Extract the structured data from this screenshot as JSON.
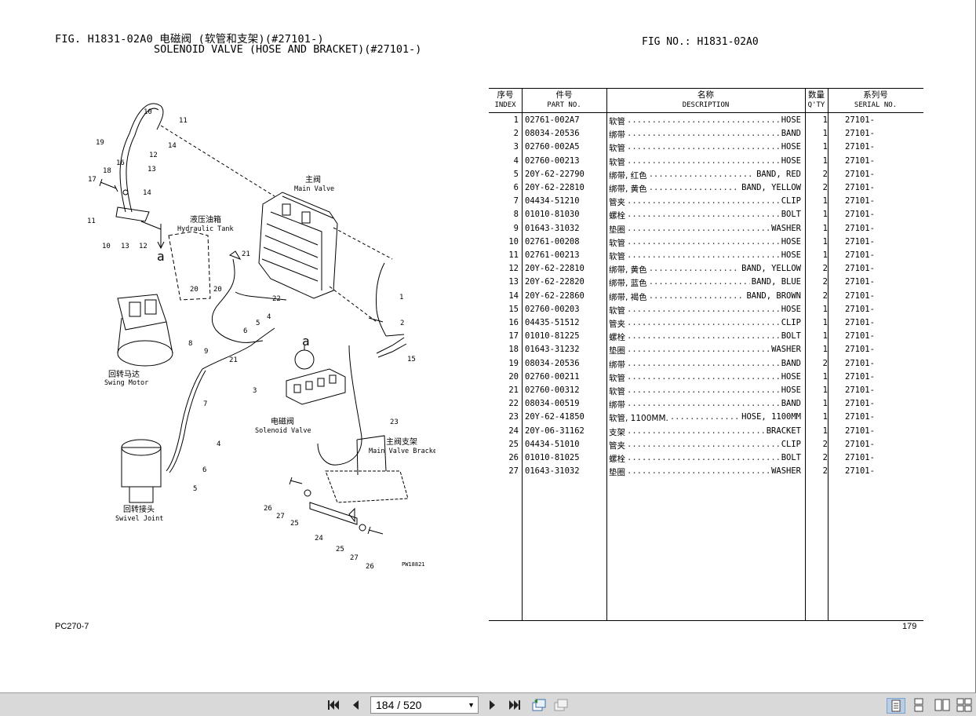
{
  "document": {
    "title_line1": "FIG. H1831-02A0 电磁阀 (软管和支架)(#27101-)",
    "title_line2": "SOLENOID VALVE (HOSE AND BRACKET)(#27101-)",
    "fig_no": "FIG NO.: H1831-02A0",
    "model": "PC270-7",
    "page_number": "179"
  },
  "diagram": {
    "labels": {
      "main_valve_cn": "主阀",
      "main_valve_en": "Main Valve",
      "hydraulic_tank_cn": "液压油箱",
      "hydraulic_tank_en": "Hydraulic Tank",
      "swing_motor_cn": "回转马达",
      "swing_motor_en": "Swing Motor",
      "solenoid_valve_cn": "电磁阀",
      "solenoid_valve_en": "Solenoid Valve",
      "main_valve_bracket_cn": "主阀支架",
      "main_valve_bracket_en": "Main Valve Bracket",
      "swivel_joint_cn": "回转接头",
      "swivel_joint_en": "Swivel Joint",
      "detail_a1": "a",
      "detail_a2": "a",
      "drawing_code": "PW18821"
    }
  },
  "table": {
    "headers": {
      "index_cn": "序号",
      "index_en": "INDEX",
      "part_cn": "件号",
      "part_en": "PART NO.",
      "desc_cn": "名称",
      "desc_en": "DESCRIPTION",
      "qty_cn": "数量",
      "qty_en": "Q'TY",
      "serial_cn": "系列号",
      "serial_en": "SERIAL NO."
    },
    "rows": [
      {
        "index": "1",
        "part": "02761-002A7",
        "cn": "软管",
        "en": "HOSE",
        "qty": "1",
        "serial": "27101-"
      },
      {
        "index": "2",
        "part": "08034-20536",
        "cn": "绑带",
        "en": "BAND",
        "qty": "1",
        "serial": "27101-"
      },
      {
        "index": "3",
        "part": "02760-002A5",
        "cn": "软管",
        "en": "HOSE",
        "qty": "1",
        "serial": "27101-"
      },
      {
        "index": "4",
        "part": "02760-00213",
        "cn": "软管",
        "en": "HOSE",
        "qty": "1",
        "serial": "27101-"
      },
      {
        "index": "5",
        "part": "20Y-62-22790",
        "cn": "绑带, 红色",
        "en": "BAND, RED",
        "qty": "2",
        "serial": "27101-"
      },
      {
        "index": "6",
        "part": "20Y-62-22810",
        "cn": "绑带, 黄色",
        "en": "BAND, YELLOW",
        "qty": "2",
        "serial": "27101-"
      },
      {
        "index": "7",
        "part": "04434-51210",
        "cn": "管夹",
        "en": "CLIP",
        "qty": "1",
        "serial": "27101-"
      },
      {
        "index": "8",
        "part": "01010-81030",
        "cn": "螺栓",
        "en": "BOLT",
        "qty": "1",
        "serial": "27101-"
      },
      {
        "index": "9",
        "part": "01643-31032",
        "cn": "垫圈",
        "en": "WASHER",
        "qty": "1",
        "serial": "27101-"
      },
      {
        "index": "10",
        "part": "02761-00208",
        "cn": "软管",
        "en": "HOSE",
        "qty": "1",
        "serial": "27101-"
      },
      {
        "index": "11",
        "part": "02761-00213",
        "cn": "软管",
        "en": "HOSE",
        "qty": "1",
        "serial": "27101-"
      },
      {
        "index": "12",
        "part": "20Y-62-22810",
        "cn": "绑带, 黄色",
        "en": "BAND, YELLOW",
        "qty": "2",
        "serial": "27101-"
      },
      {
        "index": "13",
        "part": "20Y-62-22820",
        "cn": "绑带, 蓝色",
        "en": "BAND, BLUE",
        "qty": "2",
        "serial": "27101-"
      },
      {
        "index": "14",
        "part": "20Y-62-22860",
        "cn": "绑带, 褐色",
        "en": "BAND, BROWN",
        "qty": "2",
        "serial": "27101-"
      },
      {
        "index": "15",
        "part": "02760-00203",
        "cn": "软管",
        "en": "HOSE",
        "qty": "1",
        "serial": "27101-"
      },
      {
        "index": "16",
        "part": "04435-51512",
        "cn": "管夹",
        "en": "CLIP",
        "qty": "1",
        "serial": "27101-"
      },
      {
        "index": "17",
        "part": "01010-81225",
        "cn": "螺栓",
        "en": "BOLT",
        "qty": "1",
        "serial": "27101-"
      },
      {
        "index": "18",
        "part": "01643-31232",
        "cn": "垫圈",
        "en": "WASHER",
        "qty": "1",
        "serial": "27101-"
      },
      {
        "index": "19",
        "part": "08034-20536",
        "cn": "绑带",
        "en": "BAND",
        "qty": "2",
        "serial": "27101-"
      },
      {
        "index": "20",
        "part": "02760-00211",
        "cn": "软管",
        "en": "HOSE",
        "qty": "1",
        "serial": "27101-"
      },
      {
        "index": "21",
        "part": "02760-00312",
        "cn": "软管",
        "en": "HOSE",
        "qty": "1",
        "serial": "27101-"
      },
      {
        "index": "22",
        "part": "08034-00519",
        "cn": "绑带",
        "en": "BAND",
        "qty": "1",
        "serial": "27101-"
      },
      {
        "index": "23",
        "part": "20Y-62-41850",
        "cn": "软管, 1100MM.",
        "en": "HOSE, 1100MM",
        "qty": "1",
        "serial": "27101-"
      },
      {
        "index": "24",
        "part": "20Y-06-31162",
        "cn": "支架",
        "en": "BRACKET",
        "qty": "1",
        "serial": "27101-"
      },
      {
        "index": "25",
        "part": "04434-51010",
        "cn": "管夹",
        "en": "CLIP",
        "qty": "2",
        "serial": "27101-"
      },
      {
        "index": "26",
        "part": "01010-81025",
        "cn": "螺栓",
        "en": "BOLT",
        "qty": "2",
        "serial": "27101-"
      },
      {
        "index": "27",
        "part": "01643-31032",
        "cn": "垫圈",
        "en": "WASHER",
        "qty": "2",
        "serial": "27101-"
      }
    ]
  },
  "toolbar": {
    "page_indicator": "184 / 520",
    "icons": [
      "first-page-icon",
      "prev-page-icon",
      "next-page-icon",
      "last-page-icon",
      "go-back-view-icon",
      "go-forward-view-icon",
      "single-page-view-icon",
      "continuous-view-icon",
      "facing-view-icon",
      "continuous-facing-view-icon"
    ]
  }
}
